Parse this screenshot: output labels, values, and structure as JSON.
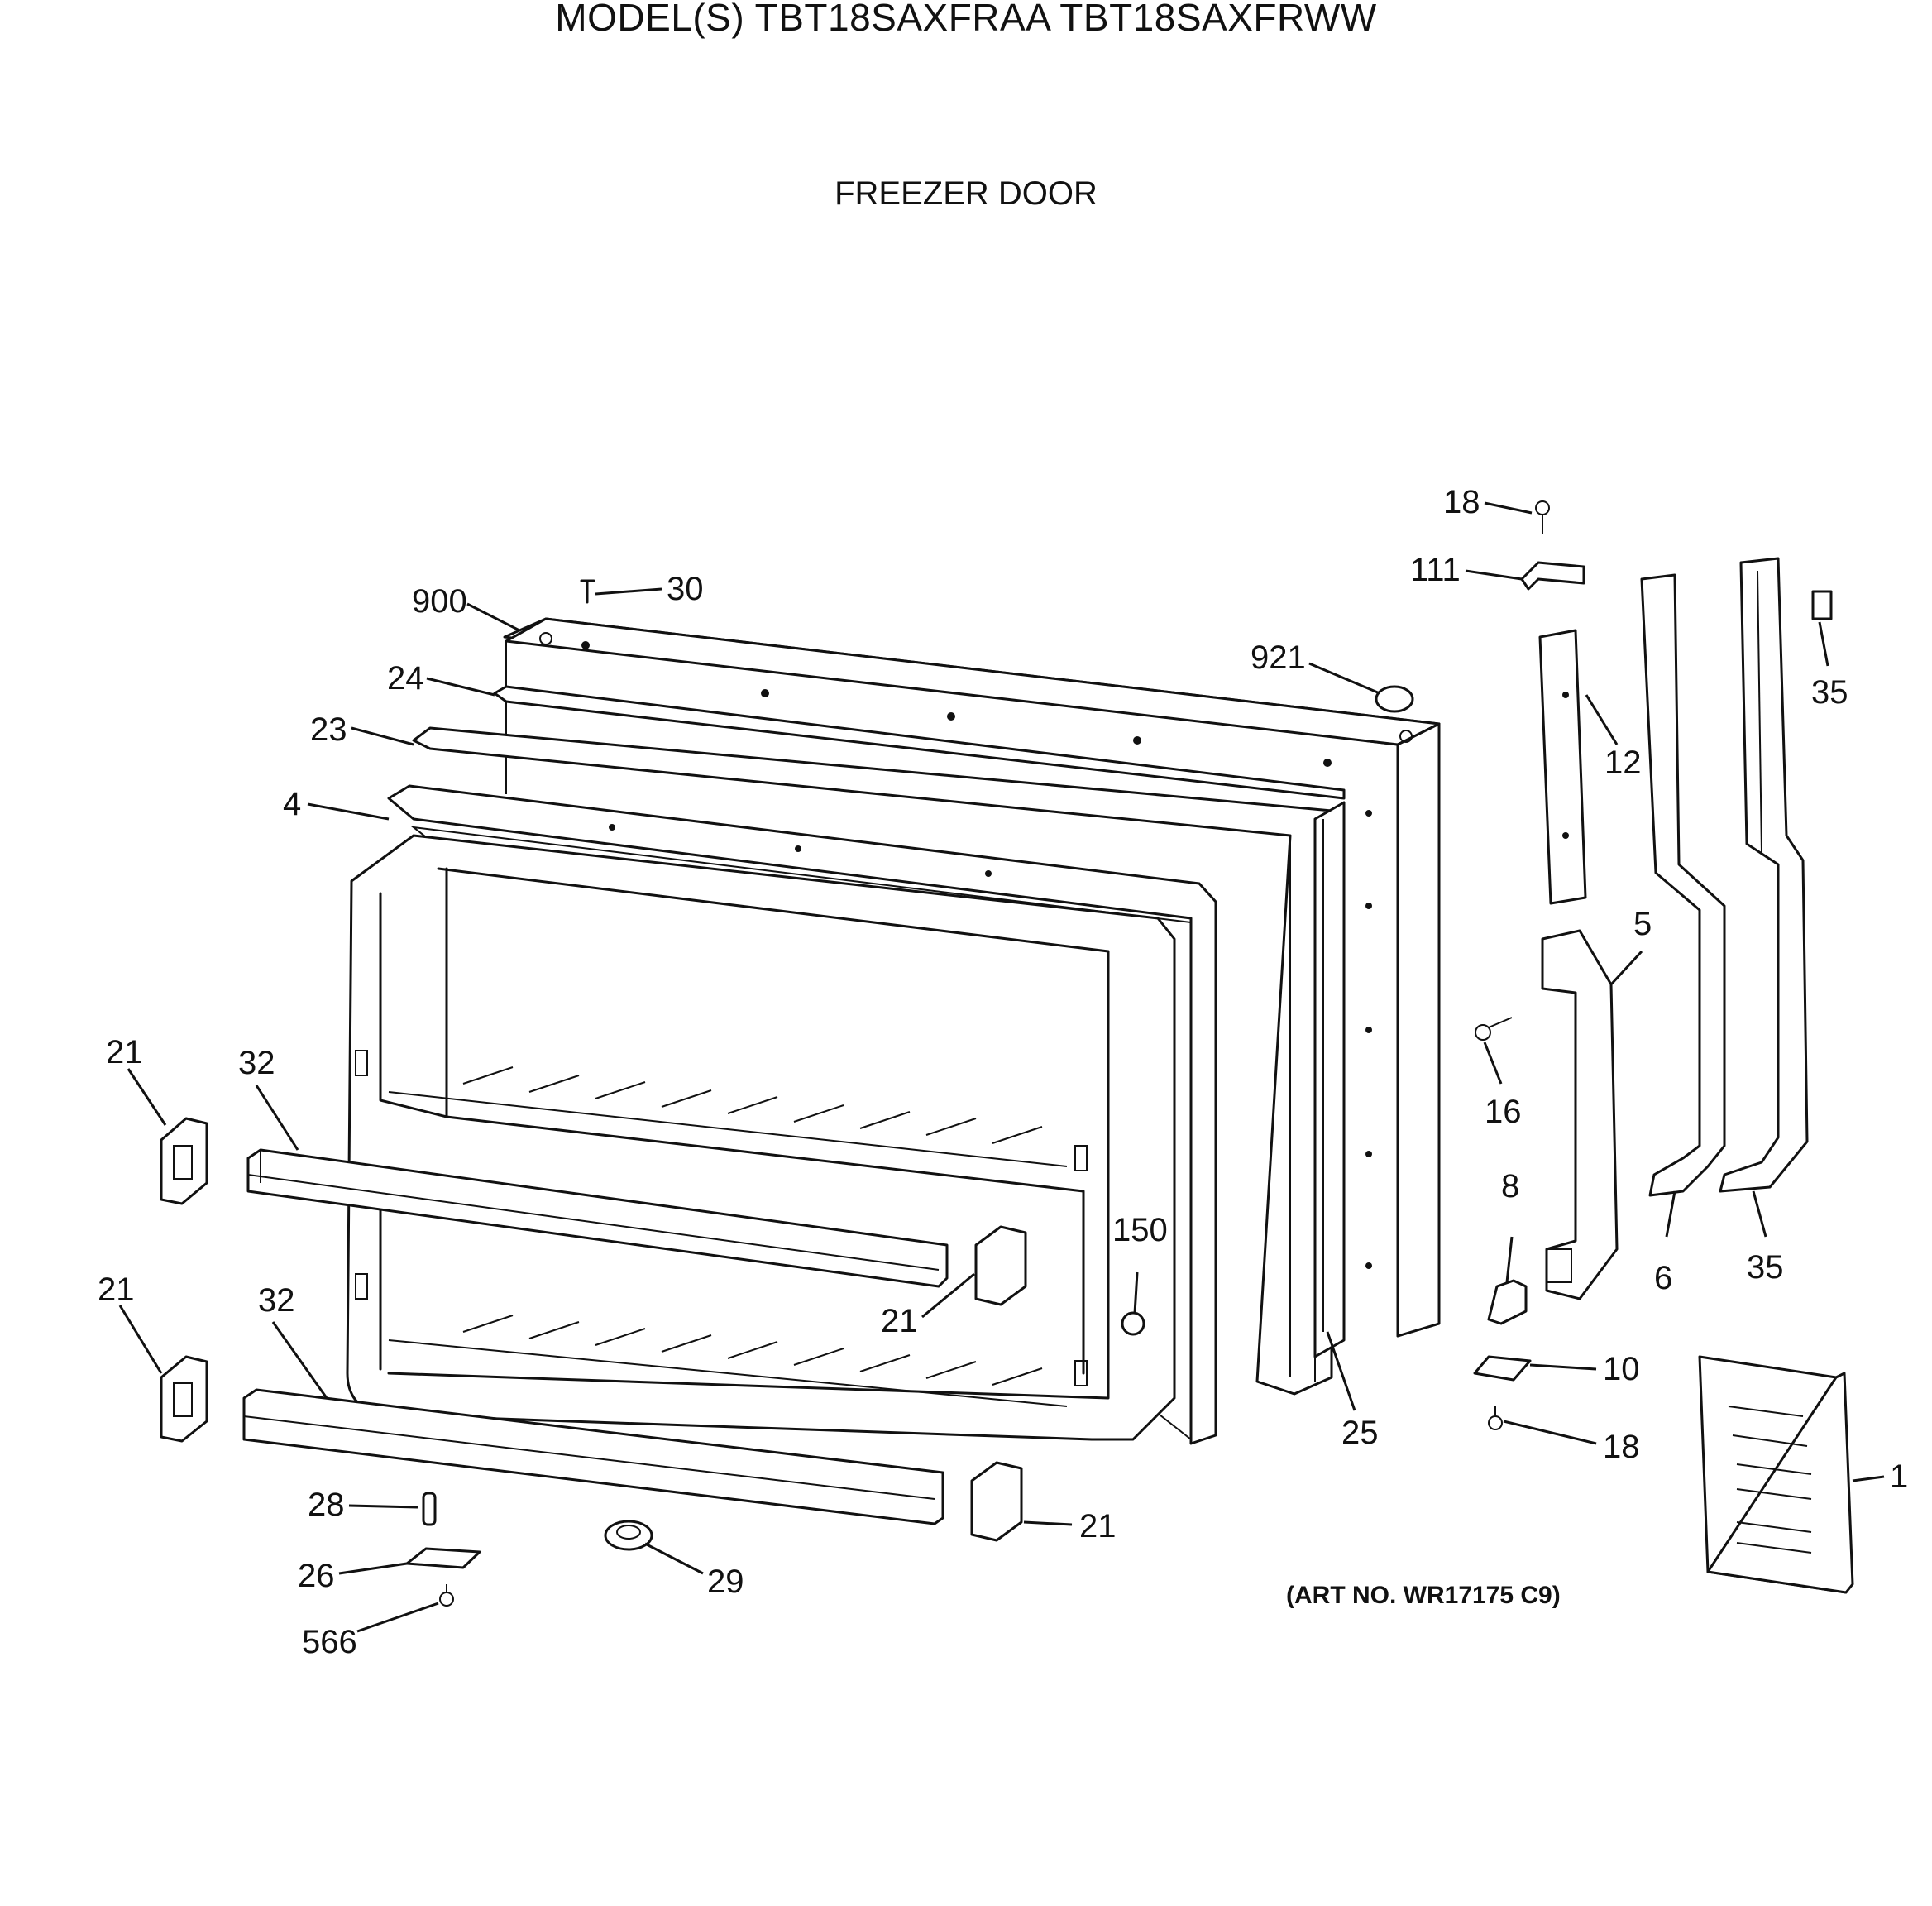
{
  "header": {
    "model_title": "MODEL(S) TBT18SAXFRAA  TBT18SAXFRWW",
    "section_title": "FREEZER DOOR",
    "art_number": "(ART NO. WR17175 C9)"
  },
  "callouts": {
    "c18a": "18",
    "c111": "111",
    "c30": "30",
    "c900": "900",
    "c24": "24",
    "c23": "23",
    "c4": "4",
    "c921": "921",
    "c12": "12",
    "c35a": "35",
    "c5": "5",
    "c16": "16",
    "c8": "8",
    "c6": "6",
    "c35b": "35",
    "c21a": "21",
    "c32a": "32",
    "c150": "150",
    "c21b": "21",
    "c21c": "21",
    "c32b": "32",
    "c10": "10",
    "c18b": "18",
    "c25": "25",
    "c1": "1",
    "c28": "28",
    "c26": "26",
    "c29": "29",
    "c21d": "21",
    "c566": "566"
  }
}
